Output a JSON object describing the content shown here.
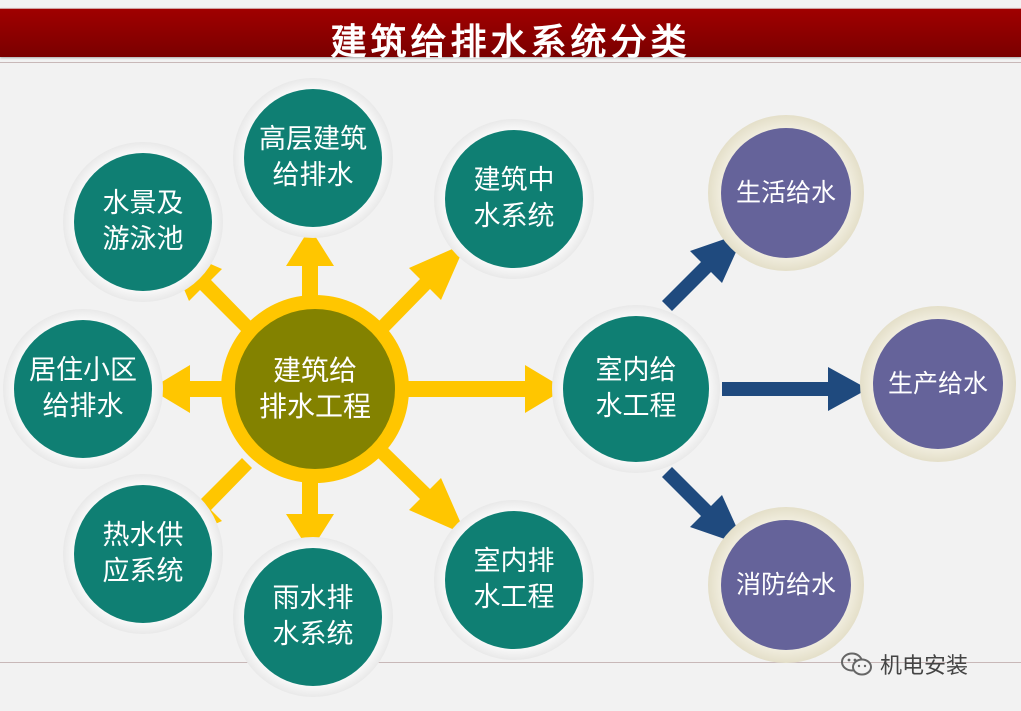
{
  "title": "建筑给排水系统分类",
  "center": {
    "label": "建筑给\n排水工程"
  },
  "categories": [
    {
      "id": "high-rise",
      "label": "高层建筑\n给排水"
    },
    {
      "id": "reclaimed-water",
      "label": "建筑中\n水系统"
    },
    {
      "id": "indoor-water-supply",
      "label": "室内给\n水工程"
    },
    {
      "id": "indoor-drainage",
      "label": "室内排\n水工程"
    },
    {
      "id": "rainwater",
      "label": "雨水排\n水系统"
    },
    {
      "id": "hot-water",
      "label": "热水供\n应系统"
    },
    {
      "id": "residential",
      "label": "居住小区\n给排水"
    },
    {
      "id": "landscape-pool",
      "label": "水景及\n游泳池"
    }
  ],
  "supply_types": [
    {
      "id": "domestic",
      "label": "生活给水"
    },
    {
      "id": "production",
      "label": "生产给水"
    },
    {
      "id": "fire",
      "label": "消防给水"
    }
  ],
  "watermark": "机电安装",
  "colors": {
    "title_bg": "#9b0000",
    "teal": "#0f7f73",
    "olive": "#838200",
    "gold": "#ffc600",
    "purple": "#65639a",
    "navy": "#1f4a7e"
  }
}
